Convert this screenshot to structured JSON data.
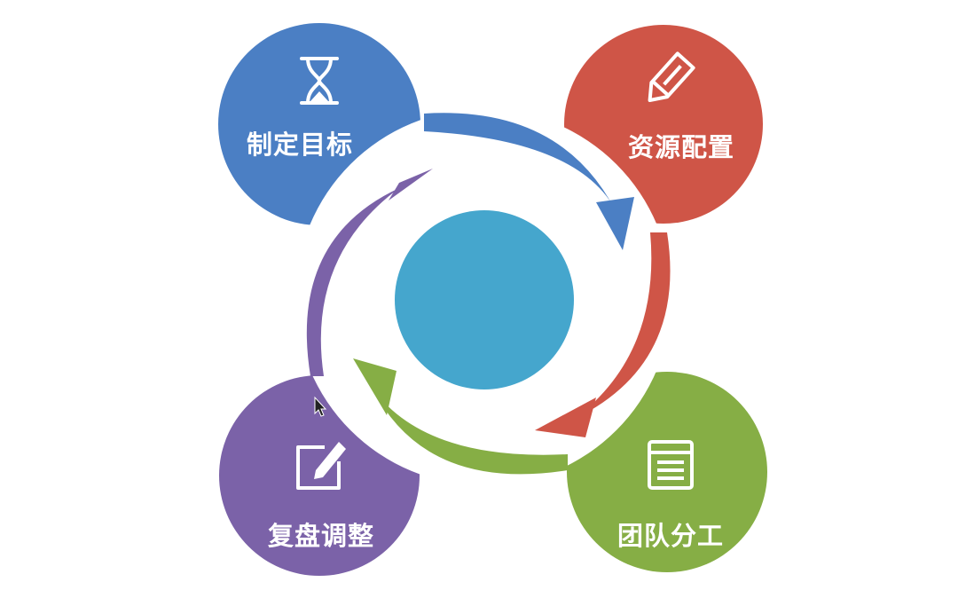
{
  "diagram": {
    "stages": [
      {
        "label": "制定目标",
        "color": "#4b7fc4",
        "icon": "hourglass-icon"
      },
      {
        "label": "资源配置",
        "color": "#cf5547",
        "icon": "pencil-icon"
      },
      {
        "label": "团队分工",
        "color": "#86ae45",
        "icon": "document-icon"
      },
      {
        "label": "复盘调整",
        "color": "#7b62a8",
        "icon": "edit-square-icon"
      }
    ],
    "center_color": "#45a6cd"
  }
}
